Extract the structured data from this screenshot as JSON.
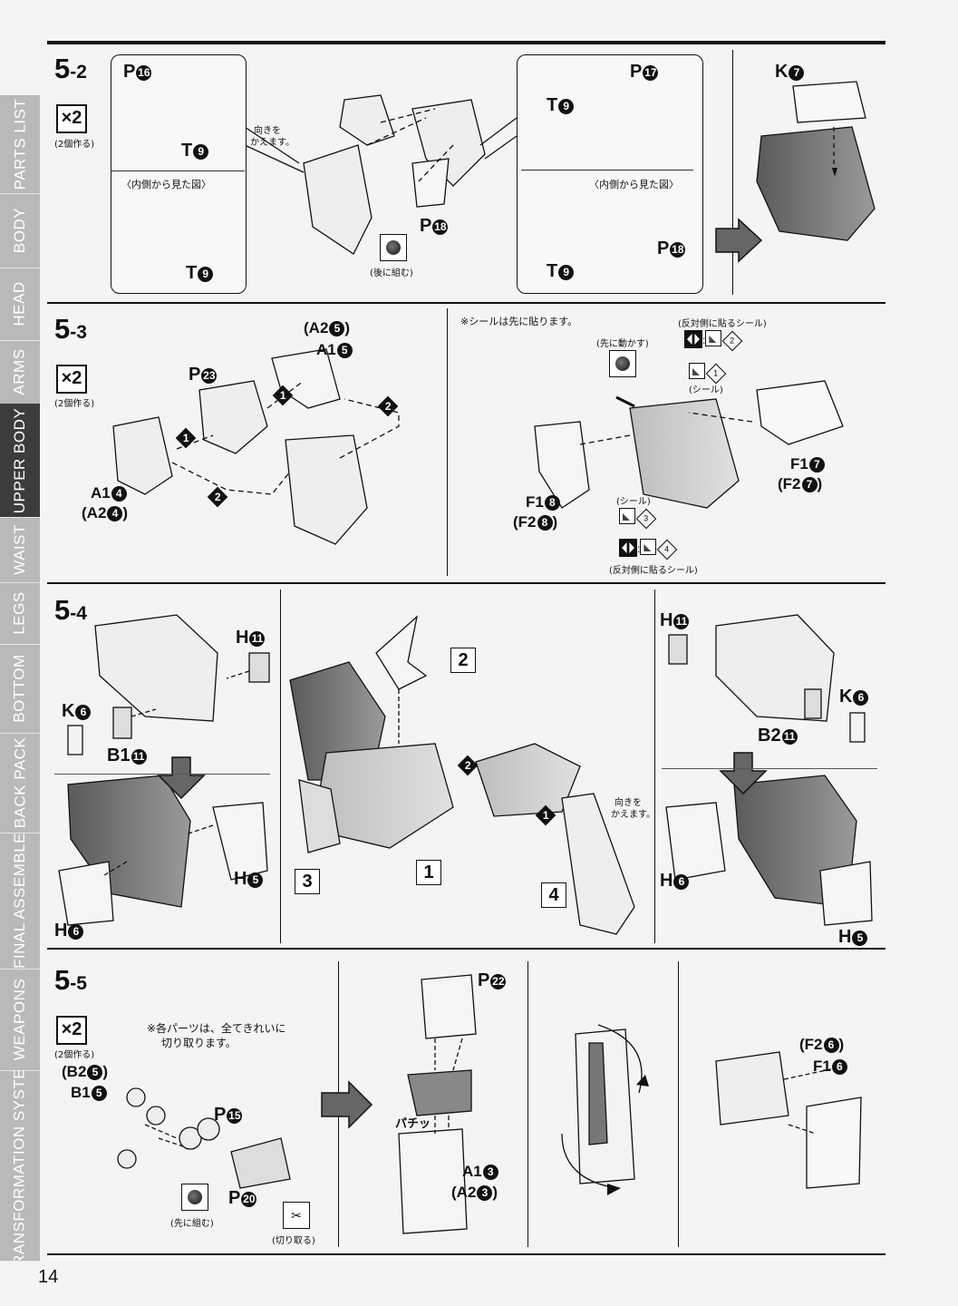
{
  "sidebar": {
    "tabs": [
      {
        "label": "PARTS LIST",
        "active": false
      },
      {
        "label": "BODY",
        "active": false
      },
      {
        "label": "HEAD",
        "active": false
      },
      {
        "label": "ARMS",
        "active": false
      },
      {
        "label": "UPPER BODY",
        "active": true
      },
      {
        "label": "WAIST",
        "active": false
      },
      {
        "label": "LEGS",
        "active": false
      },
      {
        "label": "BOTTOM",
        "active": false
      },
      {
        "label": "BACK PACK",
        "active": false
      },
      {
        "label": "FINAL ASSEMBLE",
        "active": false
      },
      {
        "label": "WEAPONS",
        "active": false
      },
      {
        "label": "TRANSFORMATION SYSTEM",
        "active": false
      }
    ],
    "active_color": "#3c3c3c",
    "inactive_color": "#b9b9b9"
  },
  "page_number": "14",
  "steps": {
    "s52": {
      "num_big": "5",
      "num_small": "-2",
      "qty": "×2",
      "qty_note": "(2個作る)",
      "turn_note_1": "向きを",
      "turn_note_2": "かえます。",
      "inner_view": "〈内側から見た図〉",
      "inner_view_right": "〈内側から見た図〉",
      "later_note": "(後に組む)",
      "labels": {
        "p16": {
          "letter": "P",
          "num": "16"
        },
        "t9a": {
          "letter": "T",
          "num": "9"
        },
        "t9b": {
          "letter": "T",
          "num": "9"
        },
        "p17": {
          "letter": "P",
          "num": "17"
        },
        "t9c": {
          "letter": "T",
          "num": "9"
        },
        "t9d": {
          "letter": "T",
          "num": "9"
        },
        "p18a": {
          "letter": "P",
          "num": "18"
        },
        "p18b": {
          "letter": "P",
          "num": "18"
        },
        "k7": {
          "letter": "K",
          "num": "7"
        }
      }
    },
    "s53": {
      "num_big": "5",
      "num_small": "-3",
      "qty": "×2",
      "qty_note": "(2個作る)",
      "sticker_first": "※シールは先に貼ります。",
      "move_first": "(先に動かす)",
      "opposite_sticker_top": "(反対側に貼るシール)",
      "opposite_sticker_bottom": "(反対側に貼るシール)",
      "seal_1": "(シール)",
      "seal_2": "(シール)",
      "sticker_nums": {
        "n1": "1",
        "n2": "2",
        "n3": "3",
        "n4": "4"
      },
      "labels": {
        "p23": {
          "letter": "P",
          "num": "23"
        },
        "a25": "(A2",
        "a25n": "5",
        "a15": "A1",
        "a15n": "5",
        "a14": "A1",
        "a14n": "4",
        "a24": "(A2",
        "a24n": "4",
        "f17": "F1",
        "f17n": "7",
        "f27": "(F2",
        "f27n": "7",
        "f18": "F1",
        "f18n": "8",
        "f28": "(F2",
        "f28n": "8"
      },
      "order_marks": {
        "a": "1",
        "b": "2",
        "c": "1",
        "d": "2"
      }
    },
    "s54": {
      "num_big": "5",
      "num_small": "-4",
      "turn_note_1": "向きを",
      "turn_note_2": "かえます。",
      "boxes": {
        "b1": "1",
        "b2": "2",
        "b3": "3",
        "b4": "4"
      },
      "order_marks": {
        "a": "2",
        "b": "1"
      },
      "labels": {
        "h11a": {
          "letter": "H",
          "num": "11"
        },
        "k6a": {
          "letter": "K",
          "num": "6"
        },
        "b111": {
          "letter": "B1",
          "num": "11"
        },
        "h5a": {
          "letter": "H",
          "num": "5"
        },
        "h6a": {
          "letter": "H",
          "num": "6"
        },
        "h11b": {
          "letter": "H",
          "num": "11"
        },
        "k6b": {
          "letter": "K",
          "num": "6"
        },
        "b211": {
          "letter": "B2",
          "num": "11"
        },
        "h6b": {
          "letter": "H",
          "num": "6"
        },
        "h5b": {
          "letter": "H",
          "num": "5"
        }
      }
    },
    "s55": {
      "num_big": "5",
      "num_small": "-5",
      "qty": "×2",
      "qty_note": "(2個作る)",
      "cut_note_1": "※各パーツは、全てきれいに",
      "cut_note_2": "切り取ります。",
      "assemble_first": "(先に組む)",
      "cut_off": "(切り取る)",
      "snap": "パチッ",
      "labels": {
        "b25": "(B2",
        "b25n": "5",
        "b15": "B1",
        "b15n": "5",
        "p15": {
          "letter": "P",
          "num": "15"
        },
        "p20": {
          "letter": "P",
          "num": "20"
        },
        "p22": {
          "letter": "P",
          "num": "22"
        },
        "a13": "A1",
        "a13n": "3",
        "a23": "(A2",
        "a23n": "3",
        "f26": "(F2",
        "f26n": "6",
        "f16": "F1",
        "f16n": "6"
      }
    }
  }
}
